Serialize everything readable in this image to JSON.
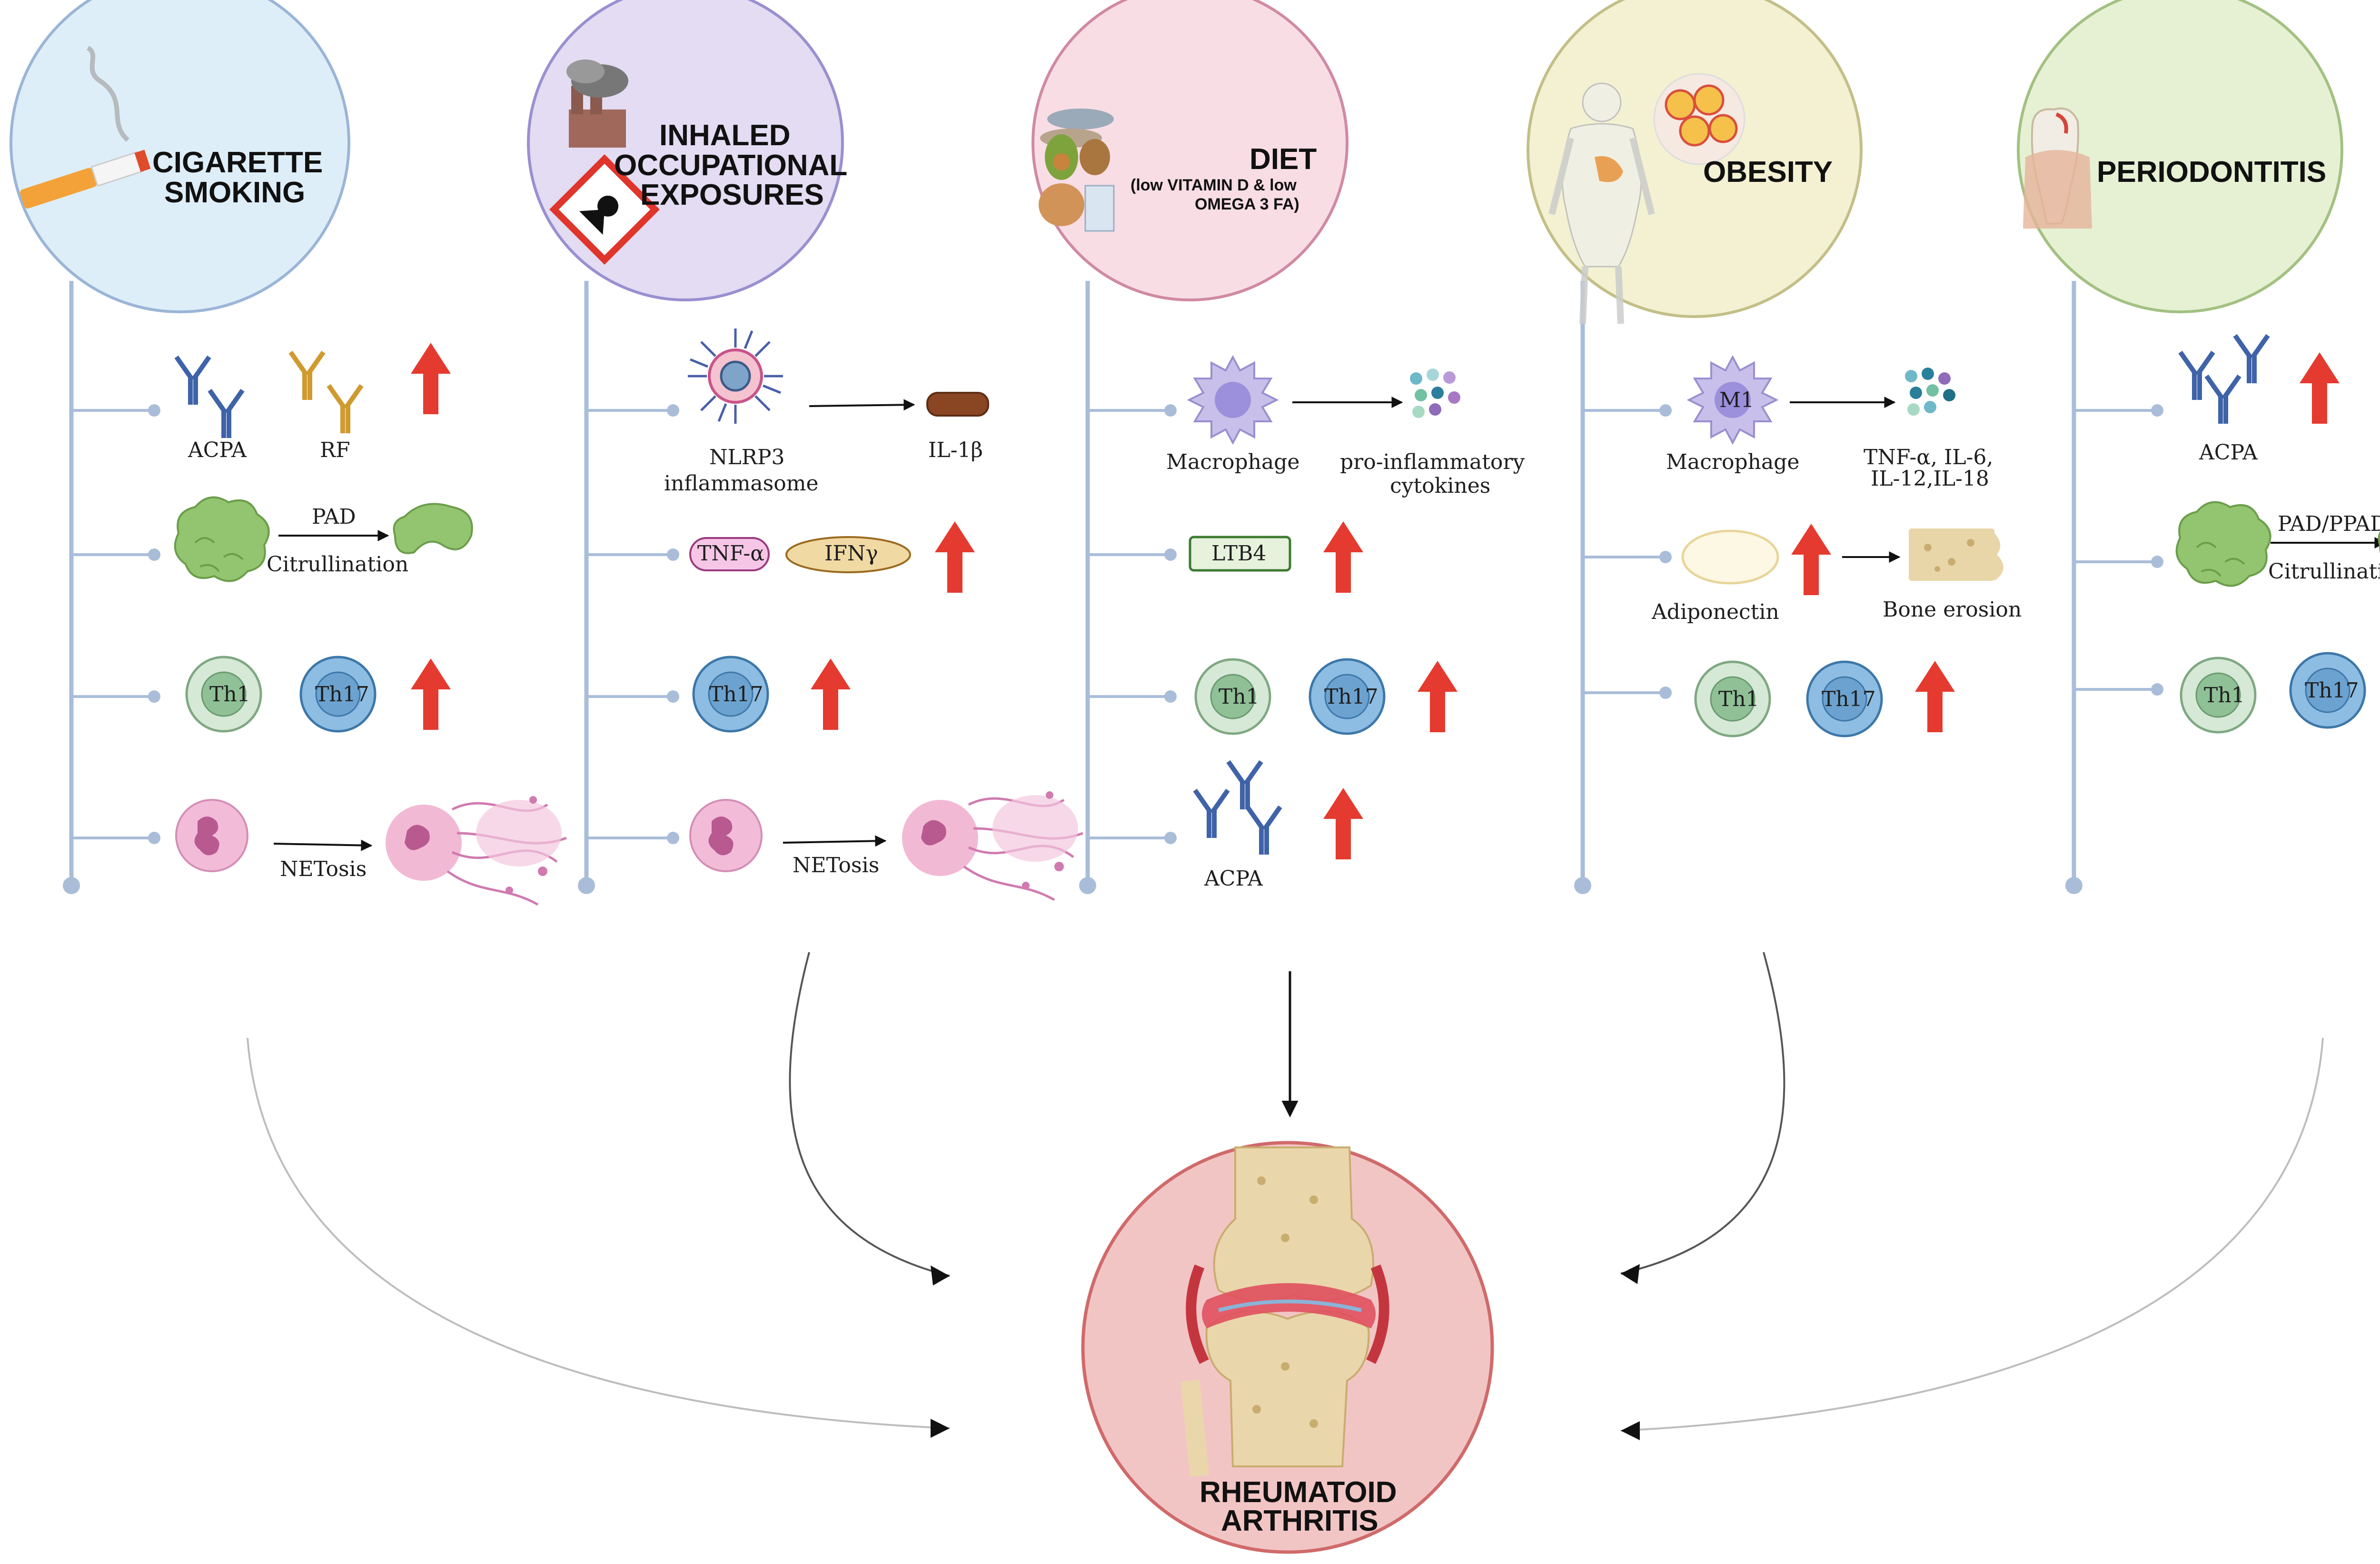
{
  "columns": [
    {
      "title_lines": [
        "CIGARETTE",
        "SMOKING"
      ],
      "labels": {
        "acpa": "ACPA",
        "rf": "RF",
        "pad": "PAD",
        "citrullination": "Citrullination",
        "th1": "Th1",
        "th17": "Th17",
        "netosis": "NETosis"
      }
    },
    {
      "title_lines": [
        "INHALED",
        "OCCUPATIONAL",
        "EXPOSURES"
      ],
      "labels": {
        "nlrp3_1": "NLRP3",
        "nlrp3_2": "inflammasome",
        "il1b": "IL-1β",
        "tnfa": "TNF-α",
        "ifng": "IFNγ",
        "th17": "Th17",
        "netosis": "NETosis"
      }
    },
    {
      "title_lines": [
        "DIET"
      ],
      "subtitle_lines": [
        "(low VITAMIN D & low",
        "OMEGA 3 FA)"
      ],
      "labels": {
        "macrophage": "Macrophage",
        "cyt1": "pro-inflammatory",
        "cyt2": "cytokines",
        "ltb4": "LTB4",
        "th1": "Th1",
        "th17": "Th17",
        "acpa": "ACPA"
      }
    },
    {
      "title_lines": [
        "OBESITY"
      ],
      "labels": {
        "m1": "M1",
        "macrophage": "Macrophage",
        "cyt1": "TNF-α, IL-6,",
        "cyt2": "IL-12,IL-18",
        "adiponectin": "Adiponectin",
        "bone": "Bone erosion",
        "th1": "Th1",
        "th17": "Th17"
      }
    },
    {
      "title_lines": [
        "PERIODONTITIS"
      ],
      "labels": {
        "acpa": "ACPA",
        "pad": "PAD/PPAD",
        "citrullination": "Citrullination",
        "th1": "Th1",
        "th17": "Th17"
      }
    }
  ],
  "outcome": {
    "title_lines": [
      "RHEUMATOID",
      "ARTHRITIS"
    ]
  },
  "colors": {
    "smoking_bg": "#deeef8",
    "inhaled_bg": "#e3dcf2",
    "diet_bg": "#f8dde5",
    "obesity_bg": "#f3f1d2",
    "perio_bg": "#e6f1d4",
    "outcome_bg": "#f2c5c5",
    "timeline": "#a9bdd9",
    "up_arrow": "#e53a2f"
  }
}
